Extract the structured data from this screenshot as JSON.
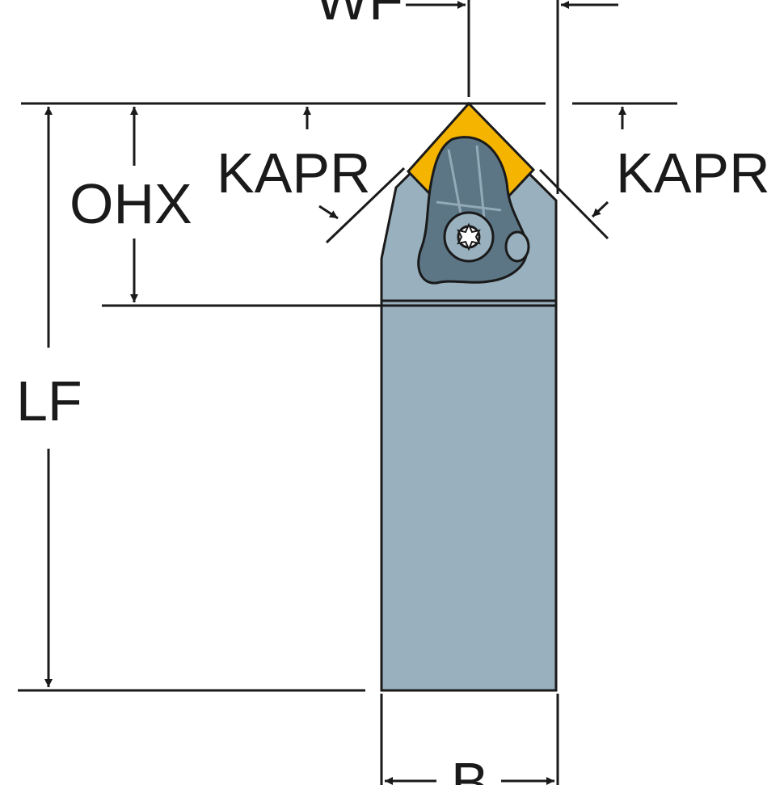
{
  "labels": {
    "wf": "WF",
    "ohx": "OHX",
    "kapr_left": "KAPR",
    "kapr_right": "KAPR",
    "lf": "LF",
    "b": "B"
  },
  "colors": {
    "shank": "#99b0be",
    "shank_dark": "#6e8a9a",
    "insert": "#f5b400",
    "clamp": "#5c7686",
    "line": "#1a1a1a",
    "background": "#ffffff"
  },
  "icons": {
    "screw": "torx-screw-icon"
  }
}
